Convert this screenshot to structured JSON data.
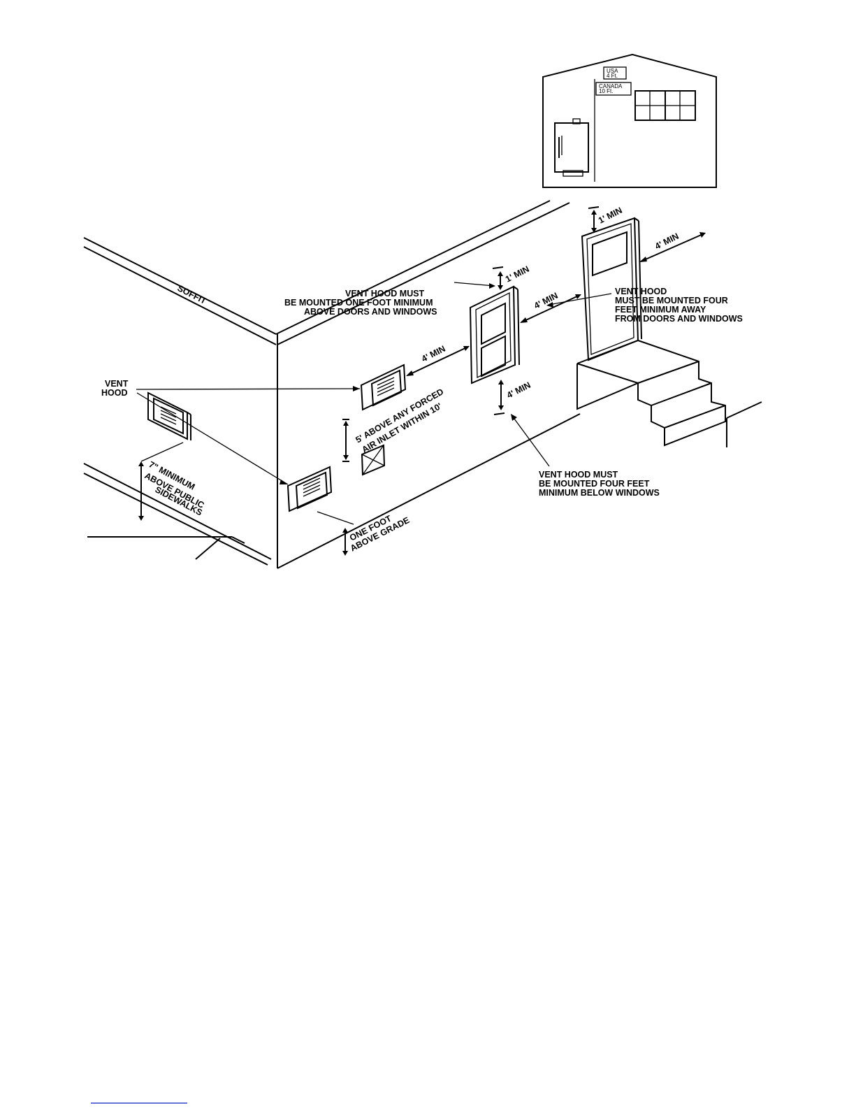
{
  "inset": {
    "usa_line1": "USA",
    "usa_line2": "4  Ft.",
    "canada_line1": "CANADA",
    "canada_line2": "10  Ft."
  },
  "labels": {
    "soffit": "SOFFIT",
    "vent_hood_line1": "VENT",
    "vent_hood_line2": "HOOD",
    "above_doors_line1": "VENT HOOD MUST",
    "above_doors_line2": "BE MOUNTED ONE FOOT MINIMUM",
    "above_doors_line3": "ABOVE DOORS AND WINDOWS",
    "away_line1": "VENT HOOD",
    "away_line2": "MUST BE MOUNTED FOUR",
    "away_line3": "FEET MINIMUM AWAY",
    "away_line4": "FROM DOORS AND WINDOWS",
    "below_line1": "VENT HOOD  MUST",
    "below_line2": "BE MOUNTED FOUR FEET",
    "below_line3": "MINIMUM BELOW WINDOWS",
    "forced_line1": "5' ABOVE ANY FORCED",
    "forced_line2": "AIR INLET WITHIN 10'",
    "sidewalk_line1": "7\" MINIMUM",
    "sidewalk_line2": "ABOVE PUBLIC",
    "sidewalk_line3": "SIDEWALKS",
    "grade_line1": "ONE FOOT",
    "grade_line2": "ABOVE GRADE",
    "one_min_window": "1' MIN",
    "one_min_door": "1' MIN",
    "four_min_right": "4' MIN",
    "four_min_between": "4' MIN",
    "four_min_left": "4' MIN",
    "four_min_below": "4' MIN"
  }
}
